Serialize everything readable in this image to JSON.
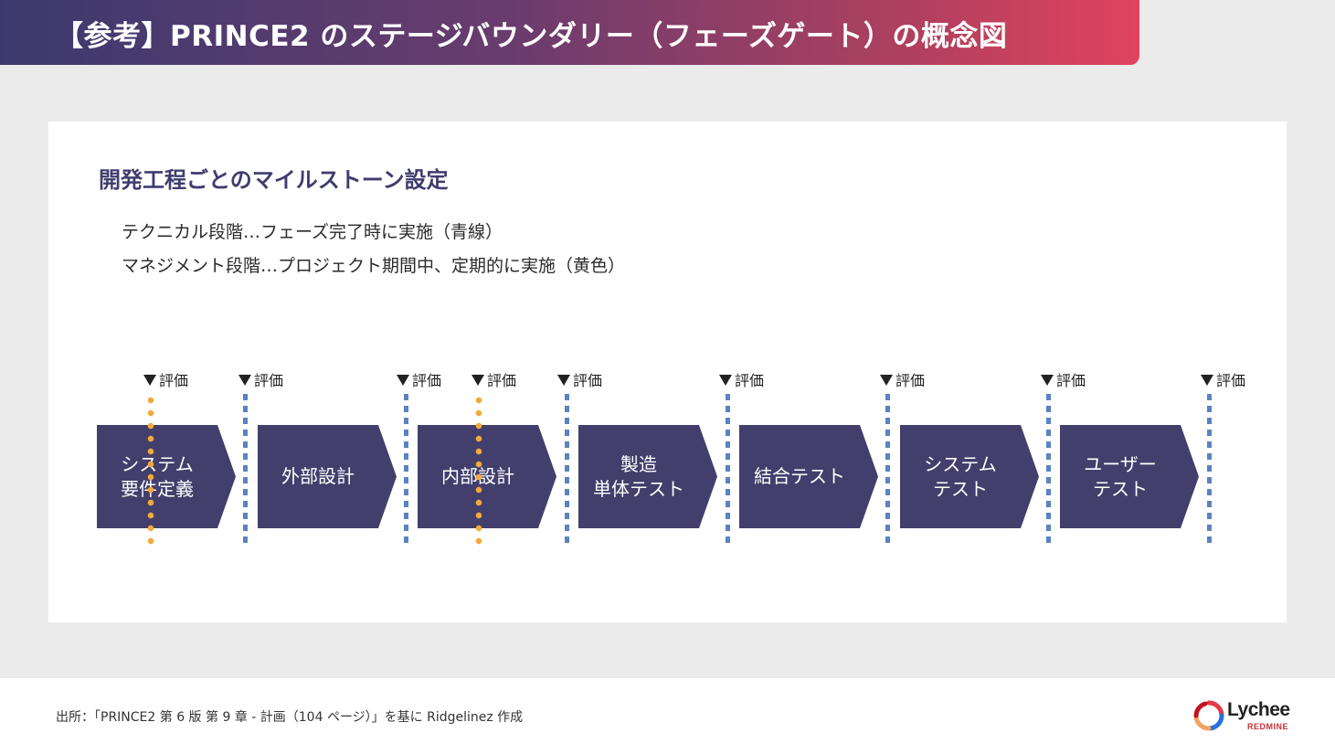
{
  "header": {
    "title": "【参考】PRINCE2 のステージバウンダリー（フェーズゲート）の概念図"
  },
  "panel": {
    "title": "開発工程ごとのマイルストーン設定",
    "legend": [
      "テクニカル段階…フェーズ完了時に実施（青線）",
      "マネジメント段階…プロジェクト期間中、定期的に実施（黄色）"
    ]
  },
  "diagram": {
    "marker_label": "評価",
    "phases": [
      "システム\n要件定義",
      "外部設計",
      "内部設計",
      "製造\n単体テスト",
      "結合テスト",
      "システム\nテスト",
      "ユーザー\nテスト"
    ],
    "colors": {
      "phase_fill": "#433f6c",
      "technical_gate": "#5b82c2",
      "management_gate": "#f2a93b"
    }
  },
  "footer": {
    "source": "出所：「PRINCE2 第 6 版 第 9 章 - 計画（104 ページ）」を基に Ridgelinez 作成",
    "logo_text": "Lychee",
    "logo_sub": "REDMINE"
  }
}
